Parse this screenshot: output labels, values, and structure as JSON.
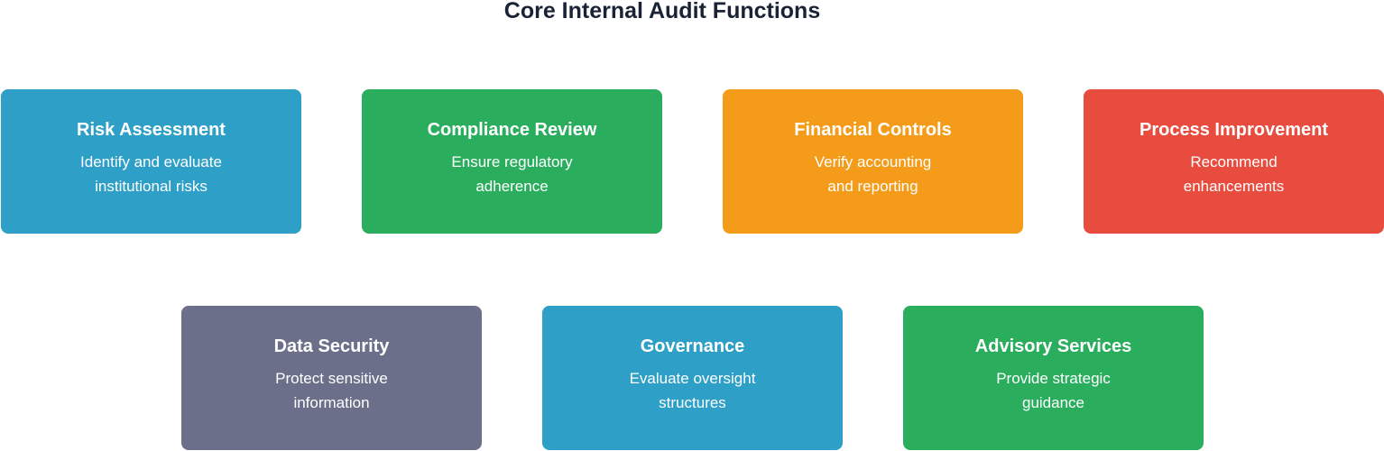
{
  "title": "Core Internal Audit Functions",
  "colors": {
    "blue": "#2e9fc7",
    "green": "#2aae5e",
    "orange": "#f49c1a",
    "red": "#e84c3f",
    "slate": "#6b6f8a"
  },
  "cards": [
    {
      "title": "Risk Assessment",
      "desc_line1": "Identify and evaluate",
      "desc_line2": "institutional risks",
      "color": "#2e9fc7"
    },
    {
      "title": "Compliance Review",
      "desc_line1": "Ensure regulatory",
      "desc_line2": "adherence",
      "color": "#2aae5e"
    },
    {
      "title": "Financial Controls",
      "desc_line1": "Verify accounting",
      "desc_line2": "and reporting",
      "color": "#f49c1a"
    },
    {
      "title": "Process Improvement",
      "desc_line1": "Recommend",
      "desc_line2": "enhancements",
      "color": "#e84c3f"
    },
    {
      "title": "Data Security",
      "desc_line1": "Protect sensitive",
      "desc_line2": "information",
      "color": "#6b6f8a"
    },
    {
      "title": "Governance",
      "desc_line1": "Evaluate oversight",
      "desc_line2": "structures",
      "color": "#2e9fc7"
    },
    {
      "title": "Advisory Services",
      "desc_line1": "Provide strategic",
      "desc_line2": "guidance",
      "color": "#2aae5e"
    }
  ]
}
